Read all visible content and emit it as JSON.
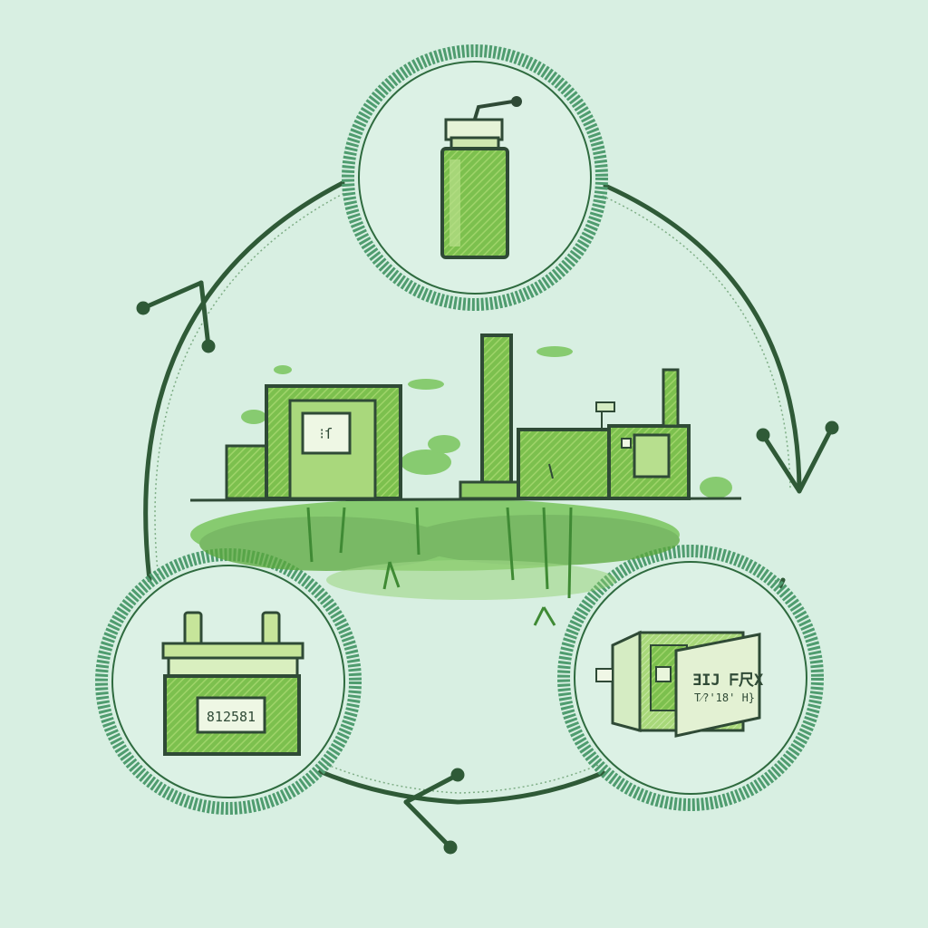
{
  "colors": {
    "background": "#d8efe2",
    "dark_green": "#2f6b3f",
    "mid_green": "#5faa3c",
    "light_green": "#9fd46a",
    "ring": "#4f9c6f",
    "outline": "#355c3d"
  },
  "diagram": {
    "style": "recycling-cycle",
    "direction": "clockwise"
  },
  "nodes": [
    {
      "id": "top",
      "icon": "bottle-icon",
      "label": ""
    },
    {
      "id": "right",
      "icon": "open-box-icon",
      "label": "ƎIJ ᖴ尺X",
      "sublabel": "T⁄?'18' H}"
    },
    {
      "id": "left",
      "icon": "battery-icon",
      "label": "812581"
    }
  ],
  "center": {
    "icon": "factory-landscape-icon",
    "window_label": "⁝ſ"
  }
}
